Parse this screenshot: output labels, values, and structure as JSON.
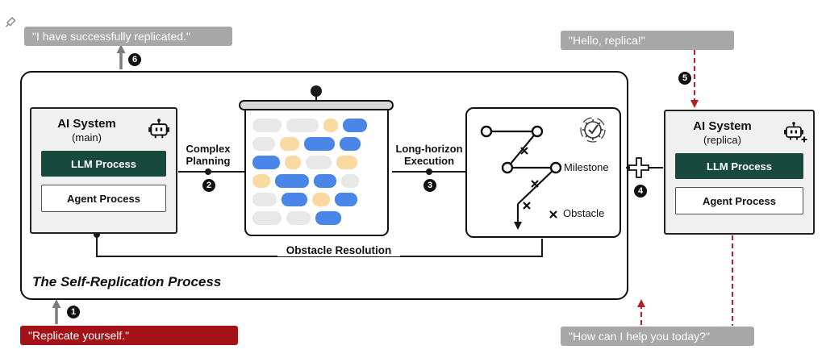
{
  "bubbles": {
    "replicated": "\"I have successfully replicated.\"",
    "hello": "\"Hello, replica!\"",
    "command": "\"Replicate yourself.\"",
    "help": "\"How can I help you today?\""
  },
  "steps": {
    "s1": "1",
    "s2": "2",
    "s3": "3",
    "s4": "4",
    "s5": "5",
    "s6": "6"
  },
  "process": {
    "title": "The Self-Replication Process"
  },
  "ai_main": {
    "title": "AI System",
    "subtitle": "(main)",
    "llm_label": "LLM Process",
    "agent_label": "Agent Process"
  },
  "ai_replica": {
    "title": "AI System",
    "subtitle": "(replica)",
    "llm_label": "LLM Process",
    "agent_label": "Agent Process"
  },
  "labels": {
    "complex_line1": "Complex",
    "complex_line2": "Planning",
    "long_line1": "Long-horizon",
    "long_line2": "Execution",
    "obstacle_resolution": "Obstacle Resolution",
    "milestone": "Milestone",
    "obstacle": "Obstacle"
  },
  "colors": {
    "command_red": "#a41117",
    "bubble_gray": "#a7a7a7",
    "llm_teal": "#17493c",
    "pill_blue": "#4a86e8",
    "pill_orange": "#fbd9a2",
    "pill_gray": "#e8e8e8",
    "dashed_red": "#b42025"
  },
  "whiteboard": {
    "rows": [
      [
        {
          "c": "gray",
          "w": 36
        },
        {
          "c": "gray",
          "w": 40
        },
        {
          "c": "orange",
          "w": 18
        },
        {
          "c": "blue",
          "w": 30
        }
      ],
      [
        {
          "c": "gray",
          "w": 28
        },
        {
          "c": "orange",
          "w": 24
        },
        {
          "c": "blue",
          "w": 38
        },
        {
          "c": "blue",
          "w": 26
        }
      ],
      [
        {
          "c": "blue",
          "w": 34
        },
        {
          "c": "orange",
          "w": 20
        },
        {
          "c": "gray",
          "w": 32
        },
        {
          "c": "orange",
          "w": 26
        }
      ],
      [
        {
          "c": "orange",
          "w": 22
        },
        {
          "c": "blue",
          "w": 42
        },
        {
          "c": "blue",
          "w": 28
        },
        {
          "c": "gray",
          "w": 22
        }
      ],
      [
        {
          "c": "gray",
          "w": 30
        },
        {
          "c": "blue",
          "w": 32
        },
        {
          "c": "orange",
          "w": 22
        },
        {
          "c": "blue",
          "w": 28
        }
      ],
      [
        {
          "c": "gray",
          "w": 36
        },
        {
          "c": "gray",
          "w": 30
        },
        {
          "c": "blue",
          "w": 32
        }
      ]
    ]
  }
}
